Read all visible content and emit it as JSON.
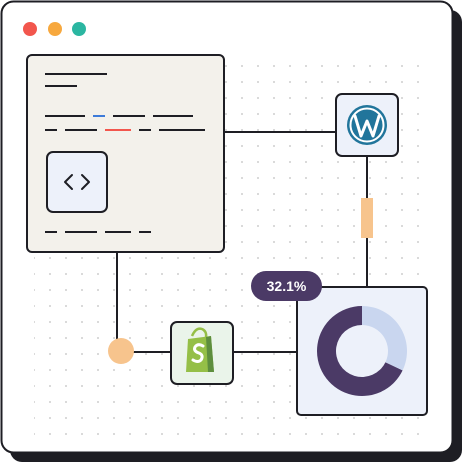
{
  "window": {
    "controls": [
      {
        "name": "close",
        "color": "#f2564d"
      },
      {
        "name": "minimize",
        "color": "#f7a83e"
      },
      {
        "name": "maximize",
        "color": "#2bb6a1"
      }
    ]
  },
  "icons": {
    "code": "code-brackets-icon",
    "wordpress": "wordpress-icon",
    "shopify": "shopify-bag-icon"
  },
  "stat": {
    "label": "32.1%"
  },
  "chart_data": {
    "type": "pie",
    "variant": "donut",
    "slices": [
      {
        "value": 67.9,
        "color": "#4b3a66"
      },
      {
        "value": 32.1,
        "color": "#c9d6ef"
      }
    ]
  },
  "colors": {
    "outline": "#1e1e24",
    "editor_bg": "#f3f1eb",
    "wordpress_blue": "#21759b",
    "shopify_green": "#95bf47",
    "accent_orange": "#f7c48d",
    "badge_bg": "#4b3a66",
    "panel_bg": "#edf1fa"
  }
}
